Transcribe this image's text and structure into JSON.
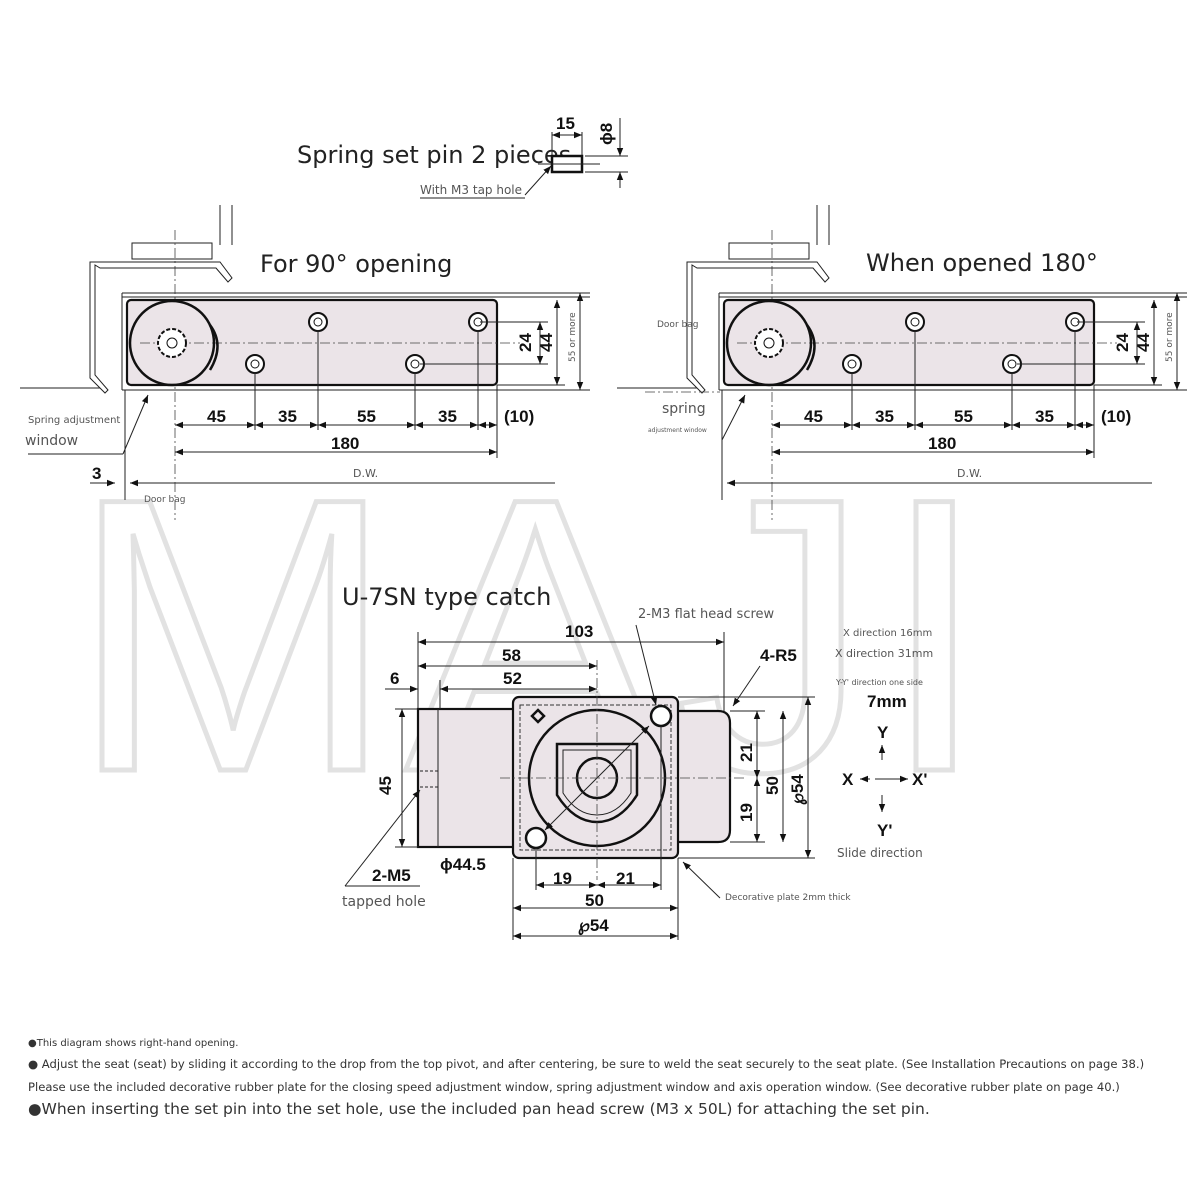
{
  "watermark": "MAJI",
  "pin": {
    "title": "Spring set pin 2 pieces",
    "length": "15",
    "diameter": "ϕ8",
    "note": "With M3 tap hole"
  },
  "left": {
    "title": "For 90° opening",
    "spring_label": "Spring adjustment",
    "window_label": "window",
    "door_bag": "Door bag",
    "gap": "3"
  },
  "right": {
    "title": "When opened 180°",
    "door_bag": "Door bag",
    "spring_label": "spring",
    "window_label": "adjustment window"
  },
  "dims": {
    "d1": "45",
    "d2": "35",
    "d3": "55",
    "d4": "35",
    "d5": "(10)",
    "total": "180",
    "dw": "D.W.",
    "h24": "24",
    "h44": "44",
    "more": "55 or more"
  },
  "catch": {
    "title": "U-7SN type catch",
    "screw_label": "2-M3 flat head screw",
    "radius": "4-R5",
    "w103": "103",
    "w58": "58",
    "w52": "52",
    "w6": "6",
    "h45": "45",
    "h21": "21",
    "h19": "19",
    "h50": "50",
    "h54": "℘54",
    "dia": "ϕ44.5",
    "b19": "19",
    "b21": "21",
    "b50": "50",
    "b54": "℘54",
    "m5": "2-M5",
    "tapped": "tapped hole",
    "plate_note": "Decorative plate 2mm thick",
    "xdir16": "X direction 16mm",
    "xdir31": "X direction 31mm",
    "yy": "Y-Y' direction one side",
    "mm7": "7mm",
    "ax_y": "Y",
    "ax_y2": "Y'",
    "ax_x": "X",
    "ax_x2": "X'",
    "slide": "Slide direction"
  },
  "notes": [
    "●This diagram shows right-hand opening.",
    "● Adjust the seat (seat) by sliding it according to the drop from the top pivot, and after centering, be sure to weld the seat securely to the seat plate. (See Installation Precautions on page 38.)",
    "Please use the included decorative rubber plate for the closing speed adjustment window, spring adjustment window and axis operation window. (See decorative rubber plate on page 40.)",
    "●When inserting the set pin into the set hole, use the included pan head screw (M3 x 50L) for attaching the set pin."
  ]
}
